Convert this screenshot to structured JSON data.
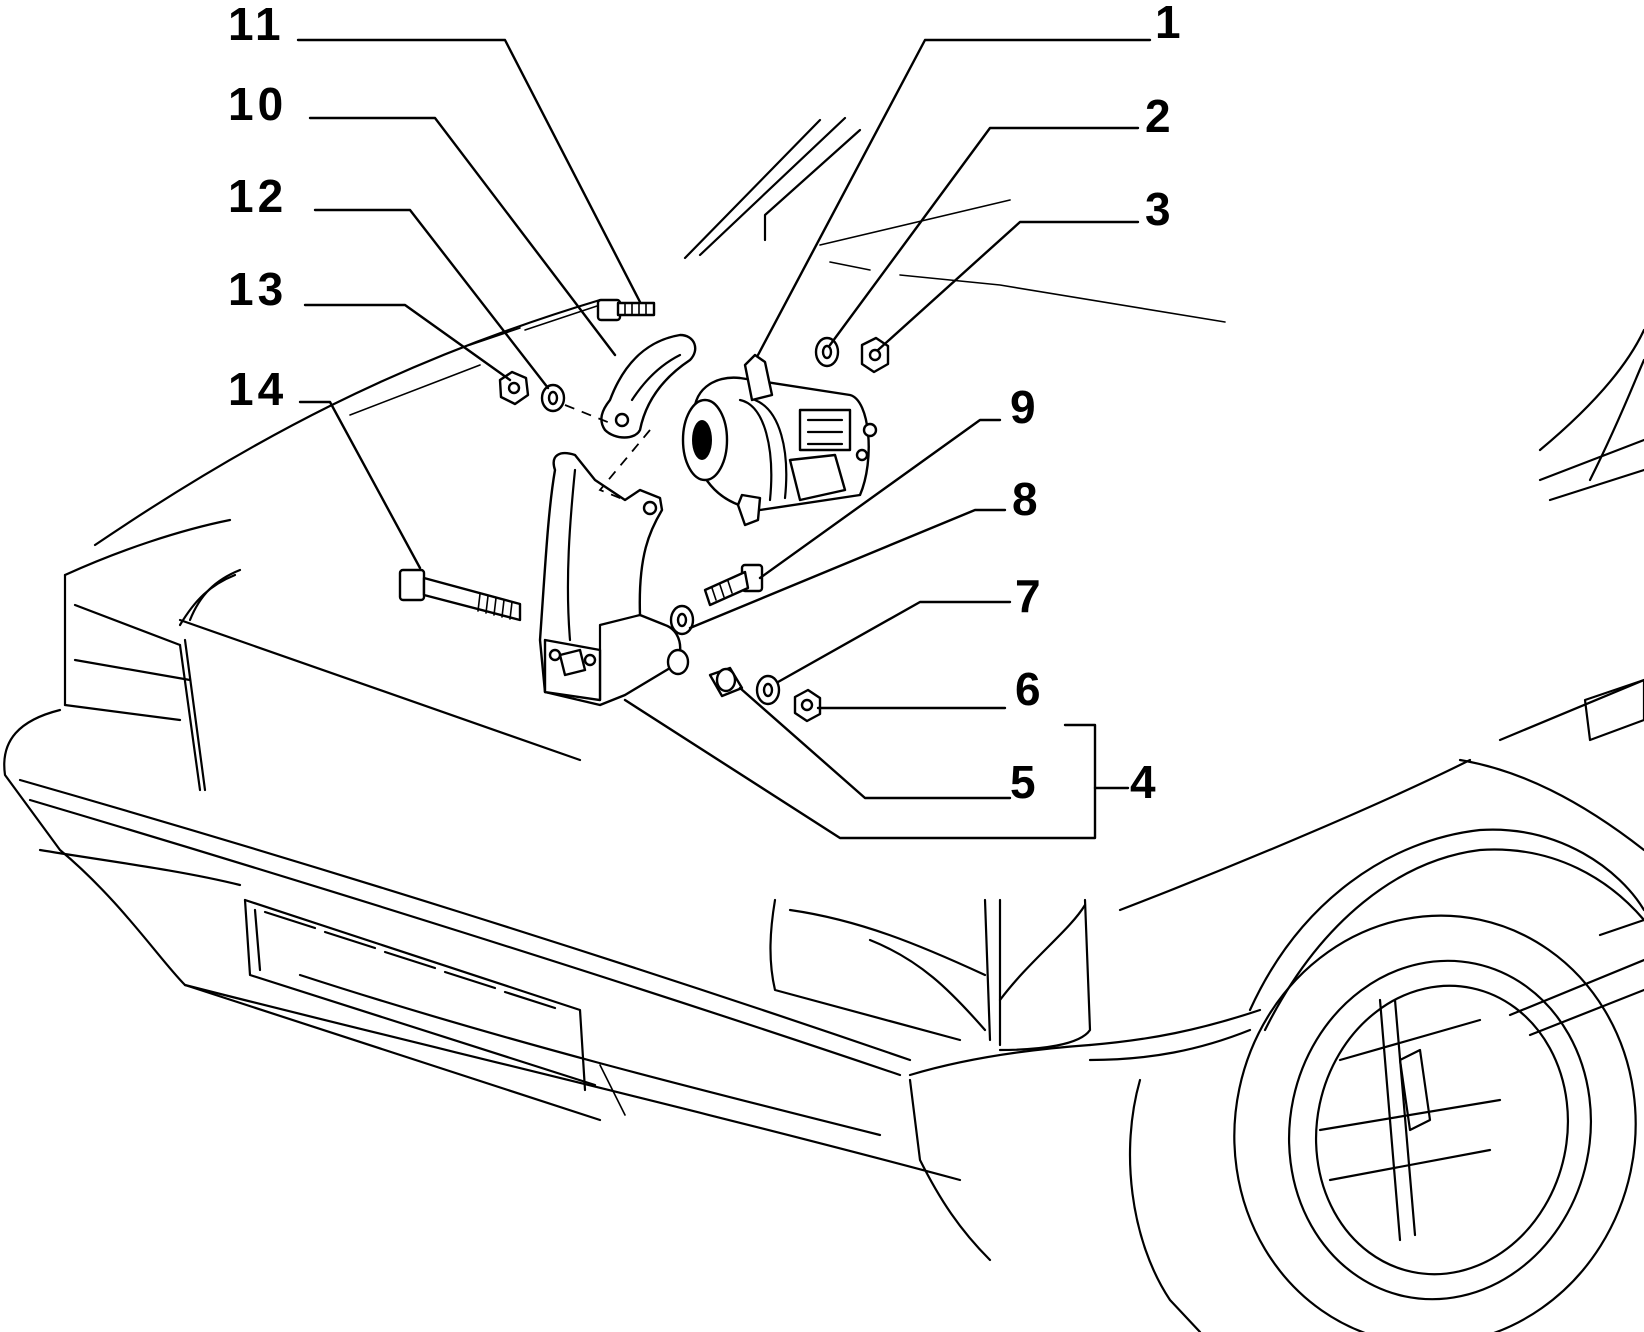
{
  "callouts": [
    {
      "id": "11",
      "text": "11"
    },
    {
      "id": "10",
      "text": "10"
    },
    {
      "id": "12",
      "text": "12"
    },
    {
      "id": "13",
      "text": "13"
    },
    {
      "id": "14",
      "text": "14"
    },
    {
      "id": "1",
      "text": "1"
    },
    {
      "id": "2",
      "text": "2"
    },
    {
      "id": "3",
      "text": "3"
    },
    {
      "id": "9",
      "text": "9"
    },
    {
      "id": "8",
      "text": "8"
    },
    {
      "id": "7",
      "text": "7"
    },
    {
      "id": "6",
      "text": "6"
    },
    {
      "id": "5",
      "text": "5"
    },
    {
      "id": "4",
      "text": "4"
    }
  ]
}
